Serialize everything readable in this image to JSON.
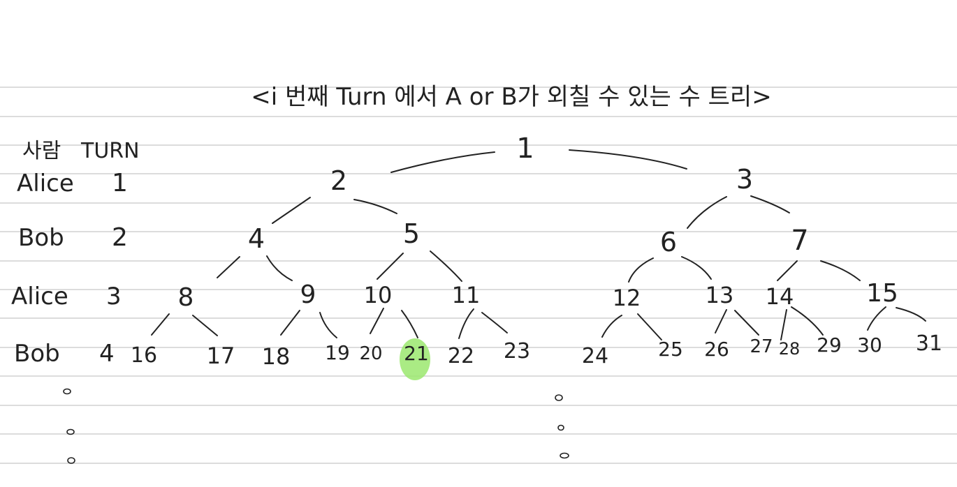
{
  "title": "<i 번째 Turn 에서 A or B가 외칠 수 있는 수 트리>",
  "table": {
    "headers": {
      "person": "사람",
      "turn": "TURN"
    },
    "rows": [
      {
        "person": "Alice",
        "turn": "1"
      },
      {
        "person": "Bob",
        "turn": "2"
      },
      {
        "person": "Alice",
        "turn": "3"
      },
      {
        "person": "Bob",
        "turn": "4"
      }
    ]
  },
  "tree": {
    "nodes": {
      "n1": "1",
      "n2": "2",
      "n3": "3",
      "n4": "4",
      "n5": "5",
      "n6": "6",
      "n7": "7",
      "n8": "8",
      "n9": "9",
      "n10": "10",
      "n11": "11",
      "n12": "12",
      "n13": "13",
      "n14": "14",
      "n15": "15",
      "n16": "16",
      "n17": "17",
      "n18": "18",
      "n19": "19",
      "n20": "20",
      "n21": "21",
      "n22": "22",
      "n23": "23",
      "n24": "24",
      "n25": "25",
      "n26": "26",
      "n27": "27",
      "n28": "28",
      "n29": "29",
      "n30": "30",
      "n31": "31"
    },
    "highlighted_node": "21",
    "colors": {
      "highlight": "#9be86f",
      "ink": "#222222",
      "ruled_line": "#dcdcdc"
    }
  }
}
